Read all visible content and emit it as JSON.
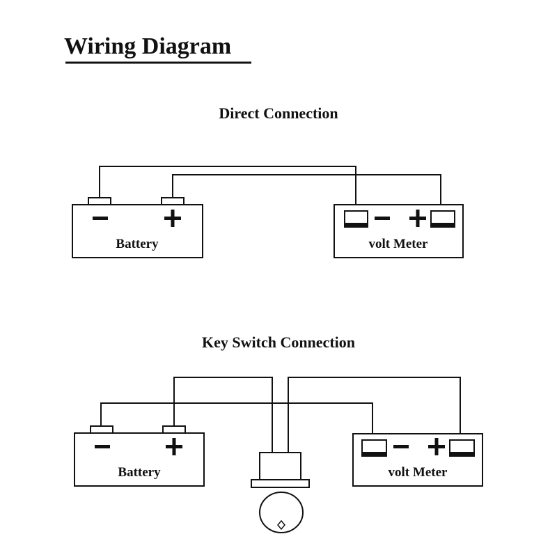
{
  "title": "Wiring Diagram",
  "sections": {
    "direct": {
      "title": "Direct Connection",
      "battery_label": "Battery",
      "meter_label": "volt Meter"
    },
    "key_switch": {
      "title": "Key Switch Connection",
      "battery_label": "Battery",
      "meter_label": "volt Meter"
    }
  },
  "icons": [
    "minus-sign-icon",
    "plus-sign-icon",
    "key-switch-icon"
  ],
  "colors": {
    "line": "#111111",
    "background": "#ffffff"
  }
}
